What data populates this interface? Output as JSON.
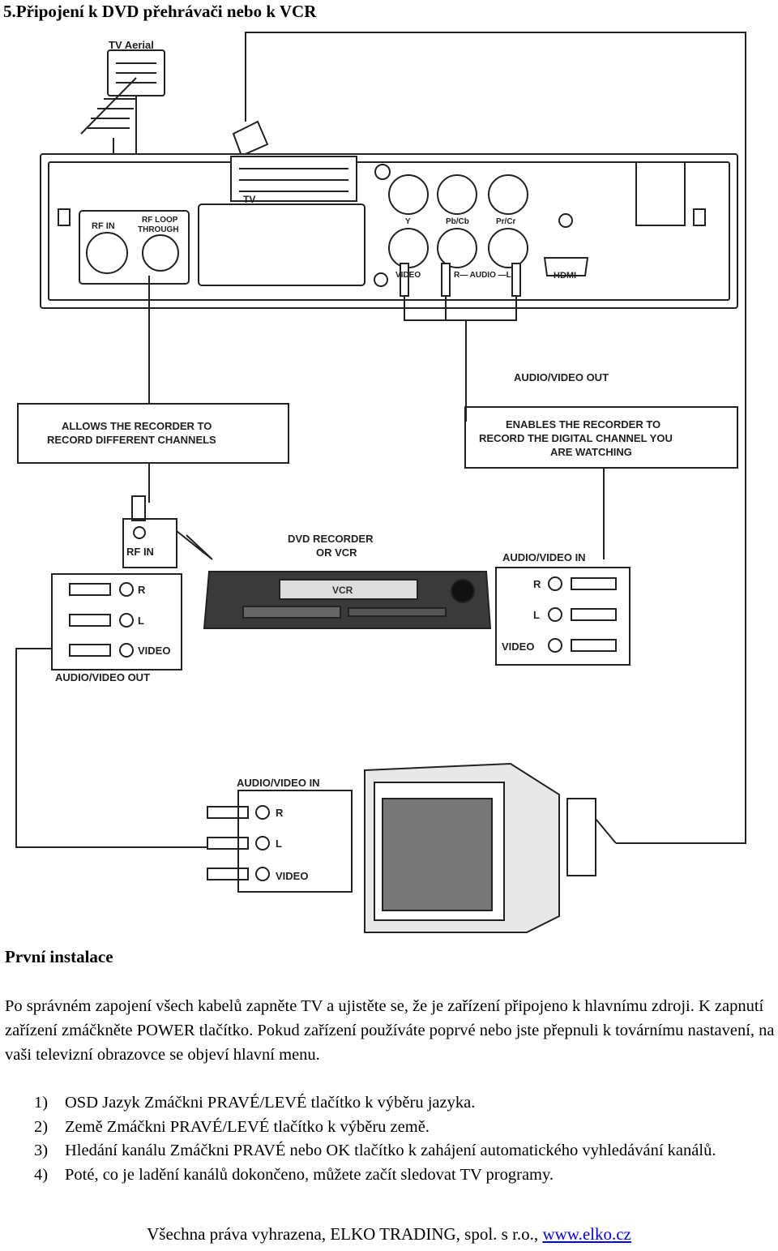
{
  "page": {
    "heading": "5.Připojení k DVD přehrávači nebo k VCR"
  },
  "diagram": {
    "tv_aerial": "TV Aerial",
    "scart_label": "TV",
    "rf_in": "RF IN",
    "rf_loop_line1": "RF LOOP",
    "rf_loop_line2": "THROUGH",
    "jack_y": "Y",
    "jack_pb": "Pb/Cb",
    "jack_pr": "Pr/Cr",
    "video": "VIDEO",
    "audio_lr": "R— AUDIO —L",
    "hdmi": "HDMI",
    "av_out_top": "AUDIO/VIDEO OUT",
    "box_left_line1": "ALLOWS THE RECORDER TO",
    "box_left_line2": "RECORD DIFFERENT CHANNELS",
    "box_right_line1": "ENABLES THE RECORDER TO",
    "box_right_line2": "RECORD THE DIGITAL CHANNEL YOU",
    "box_right_line3": "ARE WATCHING",
    "recorder_rf_in": "RF IN",
    "recorder_title_line1": "DVD RECORDER",
    "recorder_title_line2": "OR VCR",
    "vcr_badge": "VCR",
    "av_in_recorder": "AUDIO/VIDEO IN",
    "av_out_recorder": "AUDIO/VIDEO OUT",
    "r": "R",
    "l": "L",
    "video_jack": "VIDEO",
    "av_in_tv": "AUDIO/VIDEO IN"
  },
  "section": {
    "title": "První instalace"
  },
  "body": {
    "paragraph": "Po správném zapojení všech kabelů zapněte TV a ujistěte se, že je zařízení připojeno k hlavnímu zdroji. K zapnutí zařízení zmáčkněte POWER tlačítko. Pokud zařízení používáte poprvé nebo jste přepnuli k továrnímu nastavení, na vaši televizní obrazovce se objeví hlavní menu.",
    "steps": [
      {
        "num": "1)",
        "text": "OSD Jazyk Zmáčkni PRAVÉ/LEVÉ tlačítko k výběru jazyka."
      },
      {
        "num": "2)",
        "text": "Země Zmáčkni PRAVÉ/LEVÉ tlačítko k výběru země."
      },
      {
        "num": "3)",
        "text": "Hledání kanálu Zmáčkni PRAVÉ nebo OK tlačítko k zahájení automatického vyhledávání kanálů."
      },
      {
        "num": "4)",
        "text": "Poté, co je ladění kanálů dokončeno, můžete začít sledovat TV programy."
      }
    ]
  },
  "footer": {
    "text": "Všechna práva vyhrazena, ELKO TRADING, spol. s r.o., ",
    "link": "www.elko.cz"
  }
}
